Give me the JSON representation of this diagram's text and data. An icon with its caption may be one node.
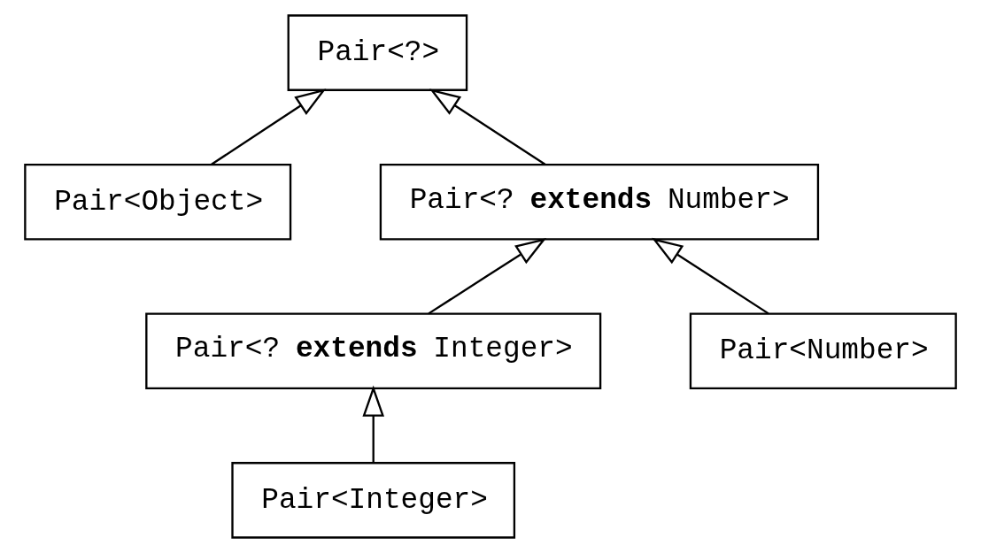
{
  "diagram": {
    "nodes": [
      {
        "text": [
          "Pair<?>"
        ]
      },
      {
        "text": [
          "Pair<Object>"
        ]
      },
      {
        "text": [
          "Pair<? **extends** Number>"
        ]
      },
      {
        "text": [
          "Pair<? **extends** Integer>"
        ]
      },
      {
        "text": [
          "Pair<Number>"
        ]
      },
      {
        "text": [
          "Pair<Integer>"
        ]
      }
    ],
    "edges": [
      {
        "from": 1,
        "to": 0,
        "arrow": "to"
      },
      {
        "from": 2,
        "to": 0,
        "arrow": "to"
      },
      {
        "from": 3,
        "to": 2,
        "arrow": "to"
      },
      {
        "from": 4,
        "to": 2,
        "arrow": "to"
      },
      {
        "from": 5,
        "to": 3,
        "arrow": "to"
      }
    ]
  }
}
